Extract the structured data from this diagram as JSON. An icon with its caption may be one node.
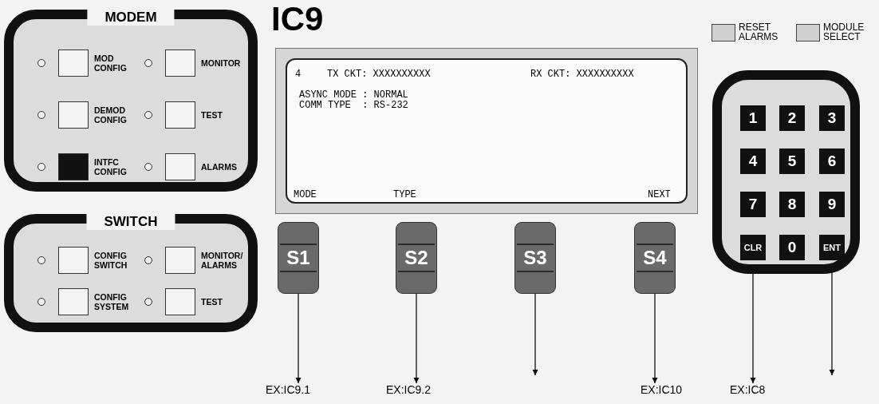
{
  "diagram": {
    "title": "IC9",
    "nodes": [
      {
        "text": [
          "MODEM"
        ]
      },
      {
        "text": [
          "MOD CONFIG"
        ],
        "in": 0
      },
      {
        "text": [
          "MONITOR"
        ],
        "in": 0
      },
      {
        "text": [
          "DEMOD CONFIG"
        ],
        "in": 0
      },
      {
        "text": [
          "TEST"
        ],
        "in": 0
      },
      {
        "text": [
          "INTFC CONFIG"
        ],
        "in": 0
      },
      {
        "text": [
          "ALARMS"
        ],
        "in": 0
      },
      {
        "text": [
          "SWITCH"
        ]
      },
      {
        "text": [
          "CONFIG SWITCH"
        ],
        "in": 7
      },
      {
        "text": [
          "MONITOR/ ALARMS"
        ],
        "in": 7
      },
      {
        "text": [
          "CONFIG SYSTEM"
        ],
        "in": 7
      },
      {
        "text": [
          "TEST"
        ],
        "in": 7
      },
      {
        "text": [
          "4",
          "TX CKT: XXXXXXXXXX",
          "RX CKT: XXXXXXXXXX",
          "ASYNC MODE : NORMAL",
          "COMM TYPE  : RS-232",
          "MODE",
          "TYPE",
          "NEXT"
        ]
      },
      {
        "text": [
          "S1"
        ]
      },
      {
        "text": [
          "S2"
        ]
      },
      {
        "text": [
          "S3"
        ]
      },
      {
        "text": [
          "S4"
        ]
      },
      {
        "text": [
          "RESET ALARMS"
        ]
      },
      {
        "text": [
          "MODULE SELECT"
        ]
      },
      {
        "text": [],
        "shape": "box"
      },
      {
        "text": [
          "1"
        ],
        "in": 19
      },
      {
        "text": [
          "2"
        ],
        "in": 19
      },
      {
        "text": [
          "3"
        ],
        "in": 19
      },
      {
        "text": [
          "4"
        ],
        "in": 19
      },
      {
        "text": [
          "5"
        ],
        "in": 19
      },
      {
        "text": [
          "6"
        ],
        "in": 19
      },
      {
        "text": [
          "7"
        ],
        "in": 19
      },
      {
        "text": [
          "8"
        ],
        "in": 19
      },
      {
        "text": [
          "9"
        ],
        "in": 19
      },
      {
        "text": [
          "CLR"
        ],
        "in": 19
      },
      {
        "text": [
          "0"
        ],
        "in": 19
      },
      {
        "text": [
          "ENT"
        ],
        "in": 19
      },
      {
        "text": [
          "EX:IC9.1"
        ]
      },
      {
        "text": [
          "EX:IC9.2"
        ]
      },
      {
        "text": [
          "EX:IC10"
        ]
      },
      {
        "text": [
          "EX:IC8"
        ]
      }
    ],
    "edges": [
      {
        "from": 13,
        "to": 32,
        "arrow": "to"
      },
      {
        "from": 14,
        "to": 33,
        "arrow": "to"
      },
      {
        "from": 15,
        "to": null,
        "arrow": "to"
      },
      {
        "from": 16,
        "to": 34,
        "arrow": "to"
      },
      {
        "from": 29,
        "to": 35,
        "arrow": "to"
      },
      {
        "from": 31,
        "to": null,
        "arrow": "to"
      }
    ]
  }
}
